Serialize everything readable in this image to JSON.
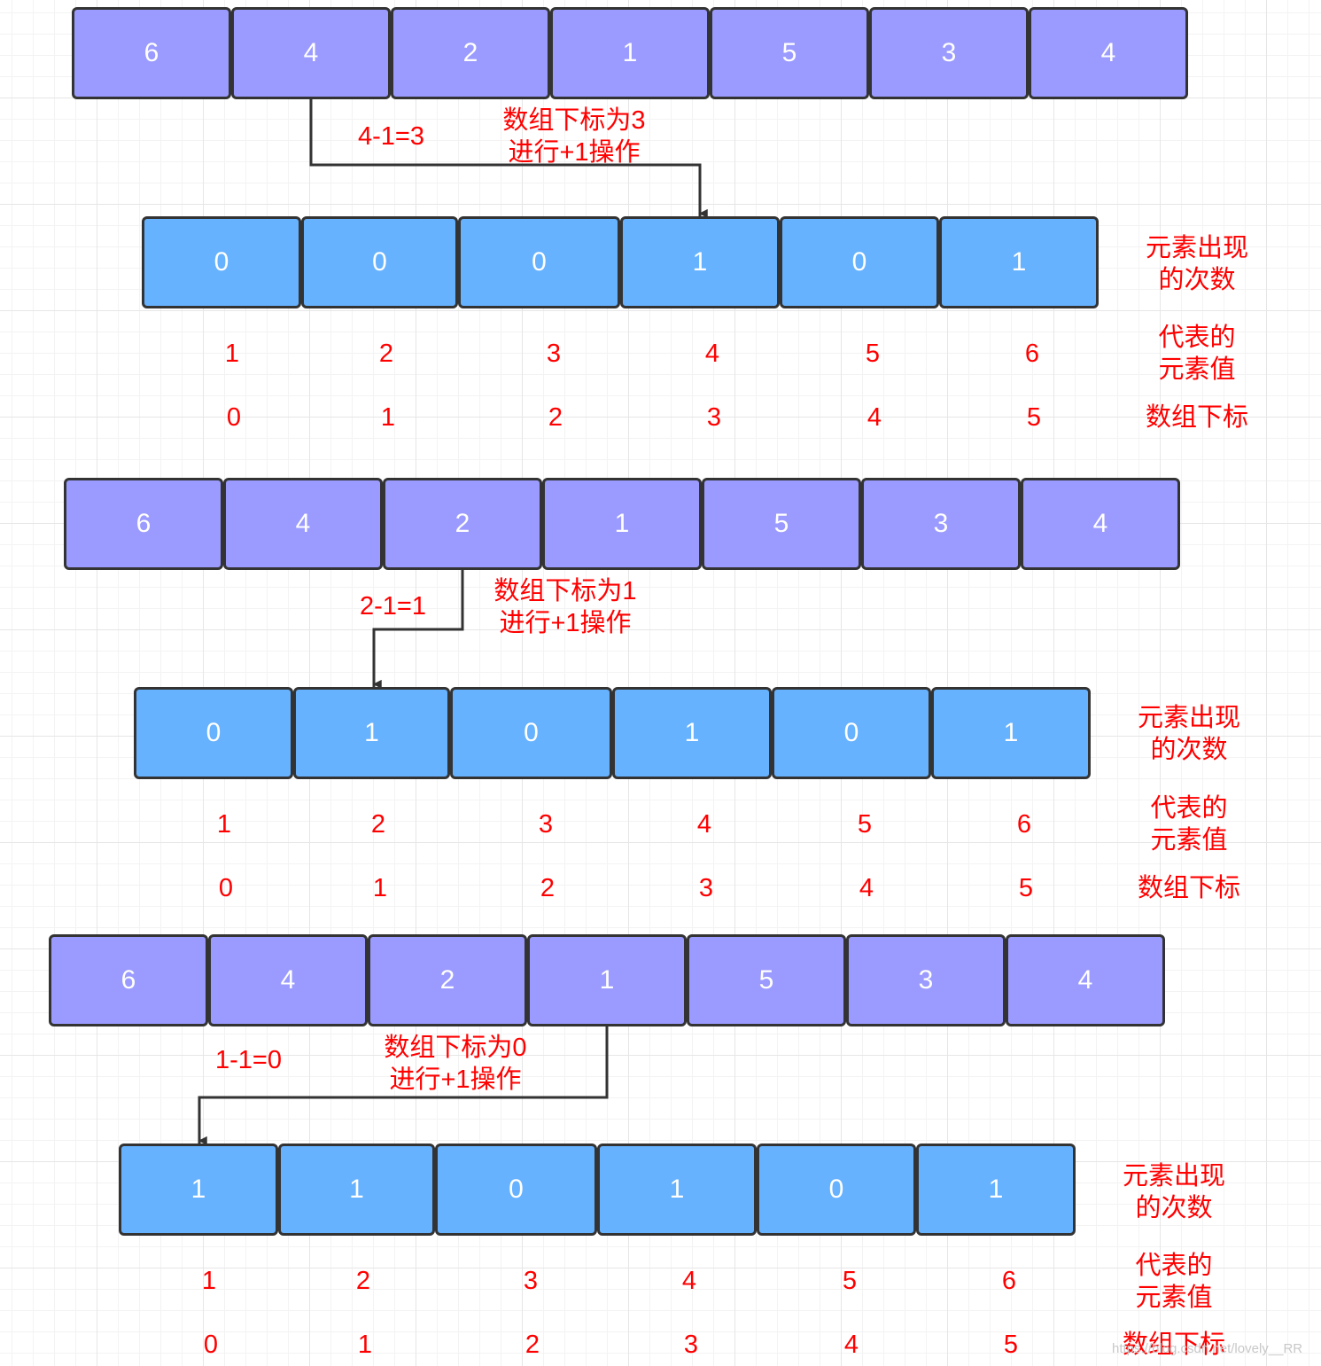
{
  "steps": [
    {
      "source": [
        "6",
        "4",
        "2",
        "1",
        "5",
        "3",
        "4"
      ],
      "counts": [
        "0",
        "0",
        "0",
        "1",
        "0",
        "1"
      ],
      "values_row": [
        "1",
        "2",
        "3",
        "4",
        "5",
        "6"
      ],
      "index_row": [
        "0",
        "1",
        "2",
        "3",
        "4",
        "5"
      ],
      "formula": "4-1=3",
      "note": [
        "数组下标为3",
        "进行+1操作"
      ],
      "counts_label": [
        "元素出现",
        "的次数"
      ],
      "values_label": [
        "代表的",
        "元素值"
      ],
      "index_label": "数组下标"
    },
    {
      "source": [
        "6",
        "4",
        "2",
        "1",
        "5",
        "3",
        "4"
      ],
      "counts": [
        "0",
        "1",
        "0",
        "1",
        "0",
        "1"
      ],
      "values_row": [
        "1",
        "2",
        "3",
        "4",
        "5",
        "6"
      ],
      "index_row": [
        "0",
        "1",
        "2",
        "3",
        "4",
        "5"
      ],
      "formula": "2-1=1",
      "note": [
        "数组下标为1",
        "进行+1操作"
      ],
      "counts_label": [
        "元素出现",
        "的次数"
      ],
      "values_label": [
        "代表的",
        "元素值"
      ],
      "index_label": "数组下标"
    },
    {
      "source": [
        "6",
        "4",
        "2",
        "1",
        "5",
        "3",
        "4"
      ],
      "counts": [
        "1",
        "1",
        "0",
        "1",
        "0",
        "1"
      ],
      "values_row": [
        "1",
        "2",
        "3",
        "4",
        "5",
        "6"
      ],
      "index_row": [
        "0",
        "1",
        "2",
        "3",
        "4",
        "5"
      ],
      "formula": "1-1=0",
      "note": [
        "数组下标为0",
        "进行+1操作"
      ],
      "counts_label": [
        "元素出现",
        "的次数"
      ],
      "values_label": [
        "代表的",
        "元素值"
      ],
      "index_label": "数组下标"
    }
  ],
  "colors": {
    "source_fill": "#9b9bff",
    "count_fill": "#66b2ff",
    "annotation": "#ff0000",
    "border": "#333333"
  },
  "watermark": "https://blog.csdn.net/lovely__RR"
}
